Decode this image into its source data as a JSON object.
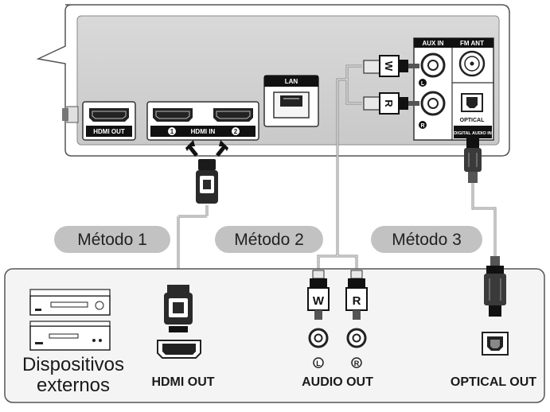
{
  "device_panel": {
    "hdmi_out": "HDMI OUT",
    "hdmi_in": "HDMI IN",
    "hdmi_in_1": "1",
    "hdmi_in_2": "2",
    "lan": "LAN",
    "aux_in": "AUX IN",
    "fm_ant": "FM ANT",
    "aux_l": "L",
    "aux_r": "R",
    "optical": "OPTICAL",
    "digital_audio_in": "DIGITAL AUDIO IN"
  },
  "methods": [
    "Método 1",
    "Método 2",
    "Método 3"
  ],
  "external": {
    "devices_line1": "Dispositivos",
    "devices_line2": "externos",
    "hdmi_out": "HDMI OUT",
    "audio_out": "AUDIO OUT",
    "optical_out": "OPTICAL OUT",
    "plug_w": "W",
    "plug_r": "R",
    "jack_l": "L",
    "jack_r": "R"
  },
  "plug_labels": {
    "w": "W",
    "r": "R"
  }
}
